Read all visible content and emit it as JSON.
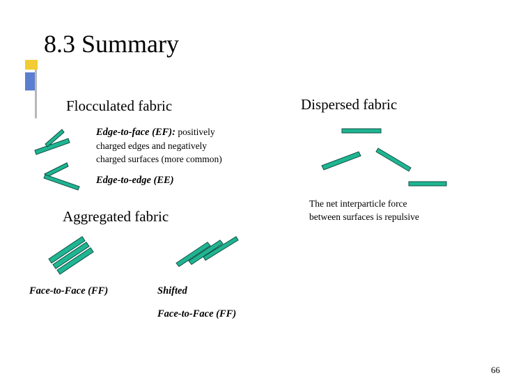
{
  "slide": {
    "title": "8.3 Summary",
    "page_number": "66",
    "colors": {
      "particle_fill": "#1fb592",
      "particle_stroke": "#0e4e40",
      "deco_yellow": "#f2cc33",
      "deco_blue": "#5a7fd0",
      "deco_gray": "#b8b8b8"
    }
  },
  "flocculated": {
    "heading": "Flocculated fabric",
    "ef_label": "Edge-to-face (EF):",
    "ef_text_1": " positively",
    "ef_text_2": "charged edges and negatively",
    "ef_text_3": "charged surfaces (more common)",
    "ee_label": "Edge-to-edge (EE)"
  },
  "dispersed": {
    "heading": "Dispersed fabric",
    "note_1": "The net interparticle force",
    "note_2": "between surfaces is repulsive"
  },
  "aggregated": {
    "heading": "Aggregated fabric",
    "ff_label": "Face-to-Face (FF)",
    "shifted_label_1": "Shifted",
    "shifted_label_2": "Face-to-Face (FF)"
  }
}
